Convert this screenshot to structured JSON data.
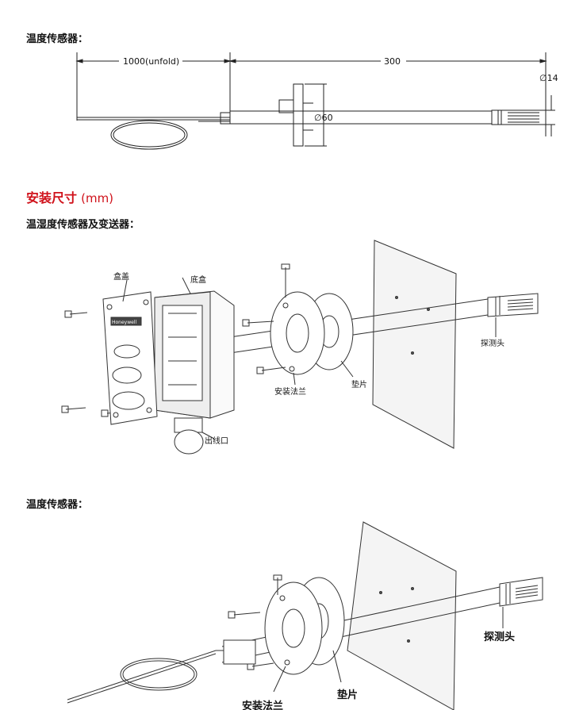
{
  "headings": {
    "temp_sensor_top": "温度传感器：",
    "install_title": "安装尺寸",
    "install_unit": "(mm)",
    "humidity_temp": "温湿度传感器及变送器：",
    "temp_sensor_bottom": "温度传感器："
  },
  "dimension_drawing": {
    "cable_length": "1000(unfold)",
    "probe_length": "300",
    "probe_diameter": "∅14",
    "flange_diameter": "∅60"
  },
  "exploded_view_1": {
    "box_cover": "盒盖",
    "box_base": "底盒",
    "brand": "Honeywell",
    "probe_head": "探测头",
    "flange": "安装法兰",
    "gasket": "垫片",
    "cable_outlet": "出线口"
  },
  "exploded_view_2": {
    "probe_head": "探测头",
    "gasket": "垫片",
    "flange": "安装法兰"
  }
}
